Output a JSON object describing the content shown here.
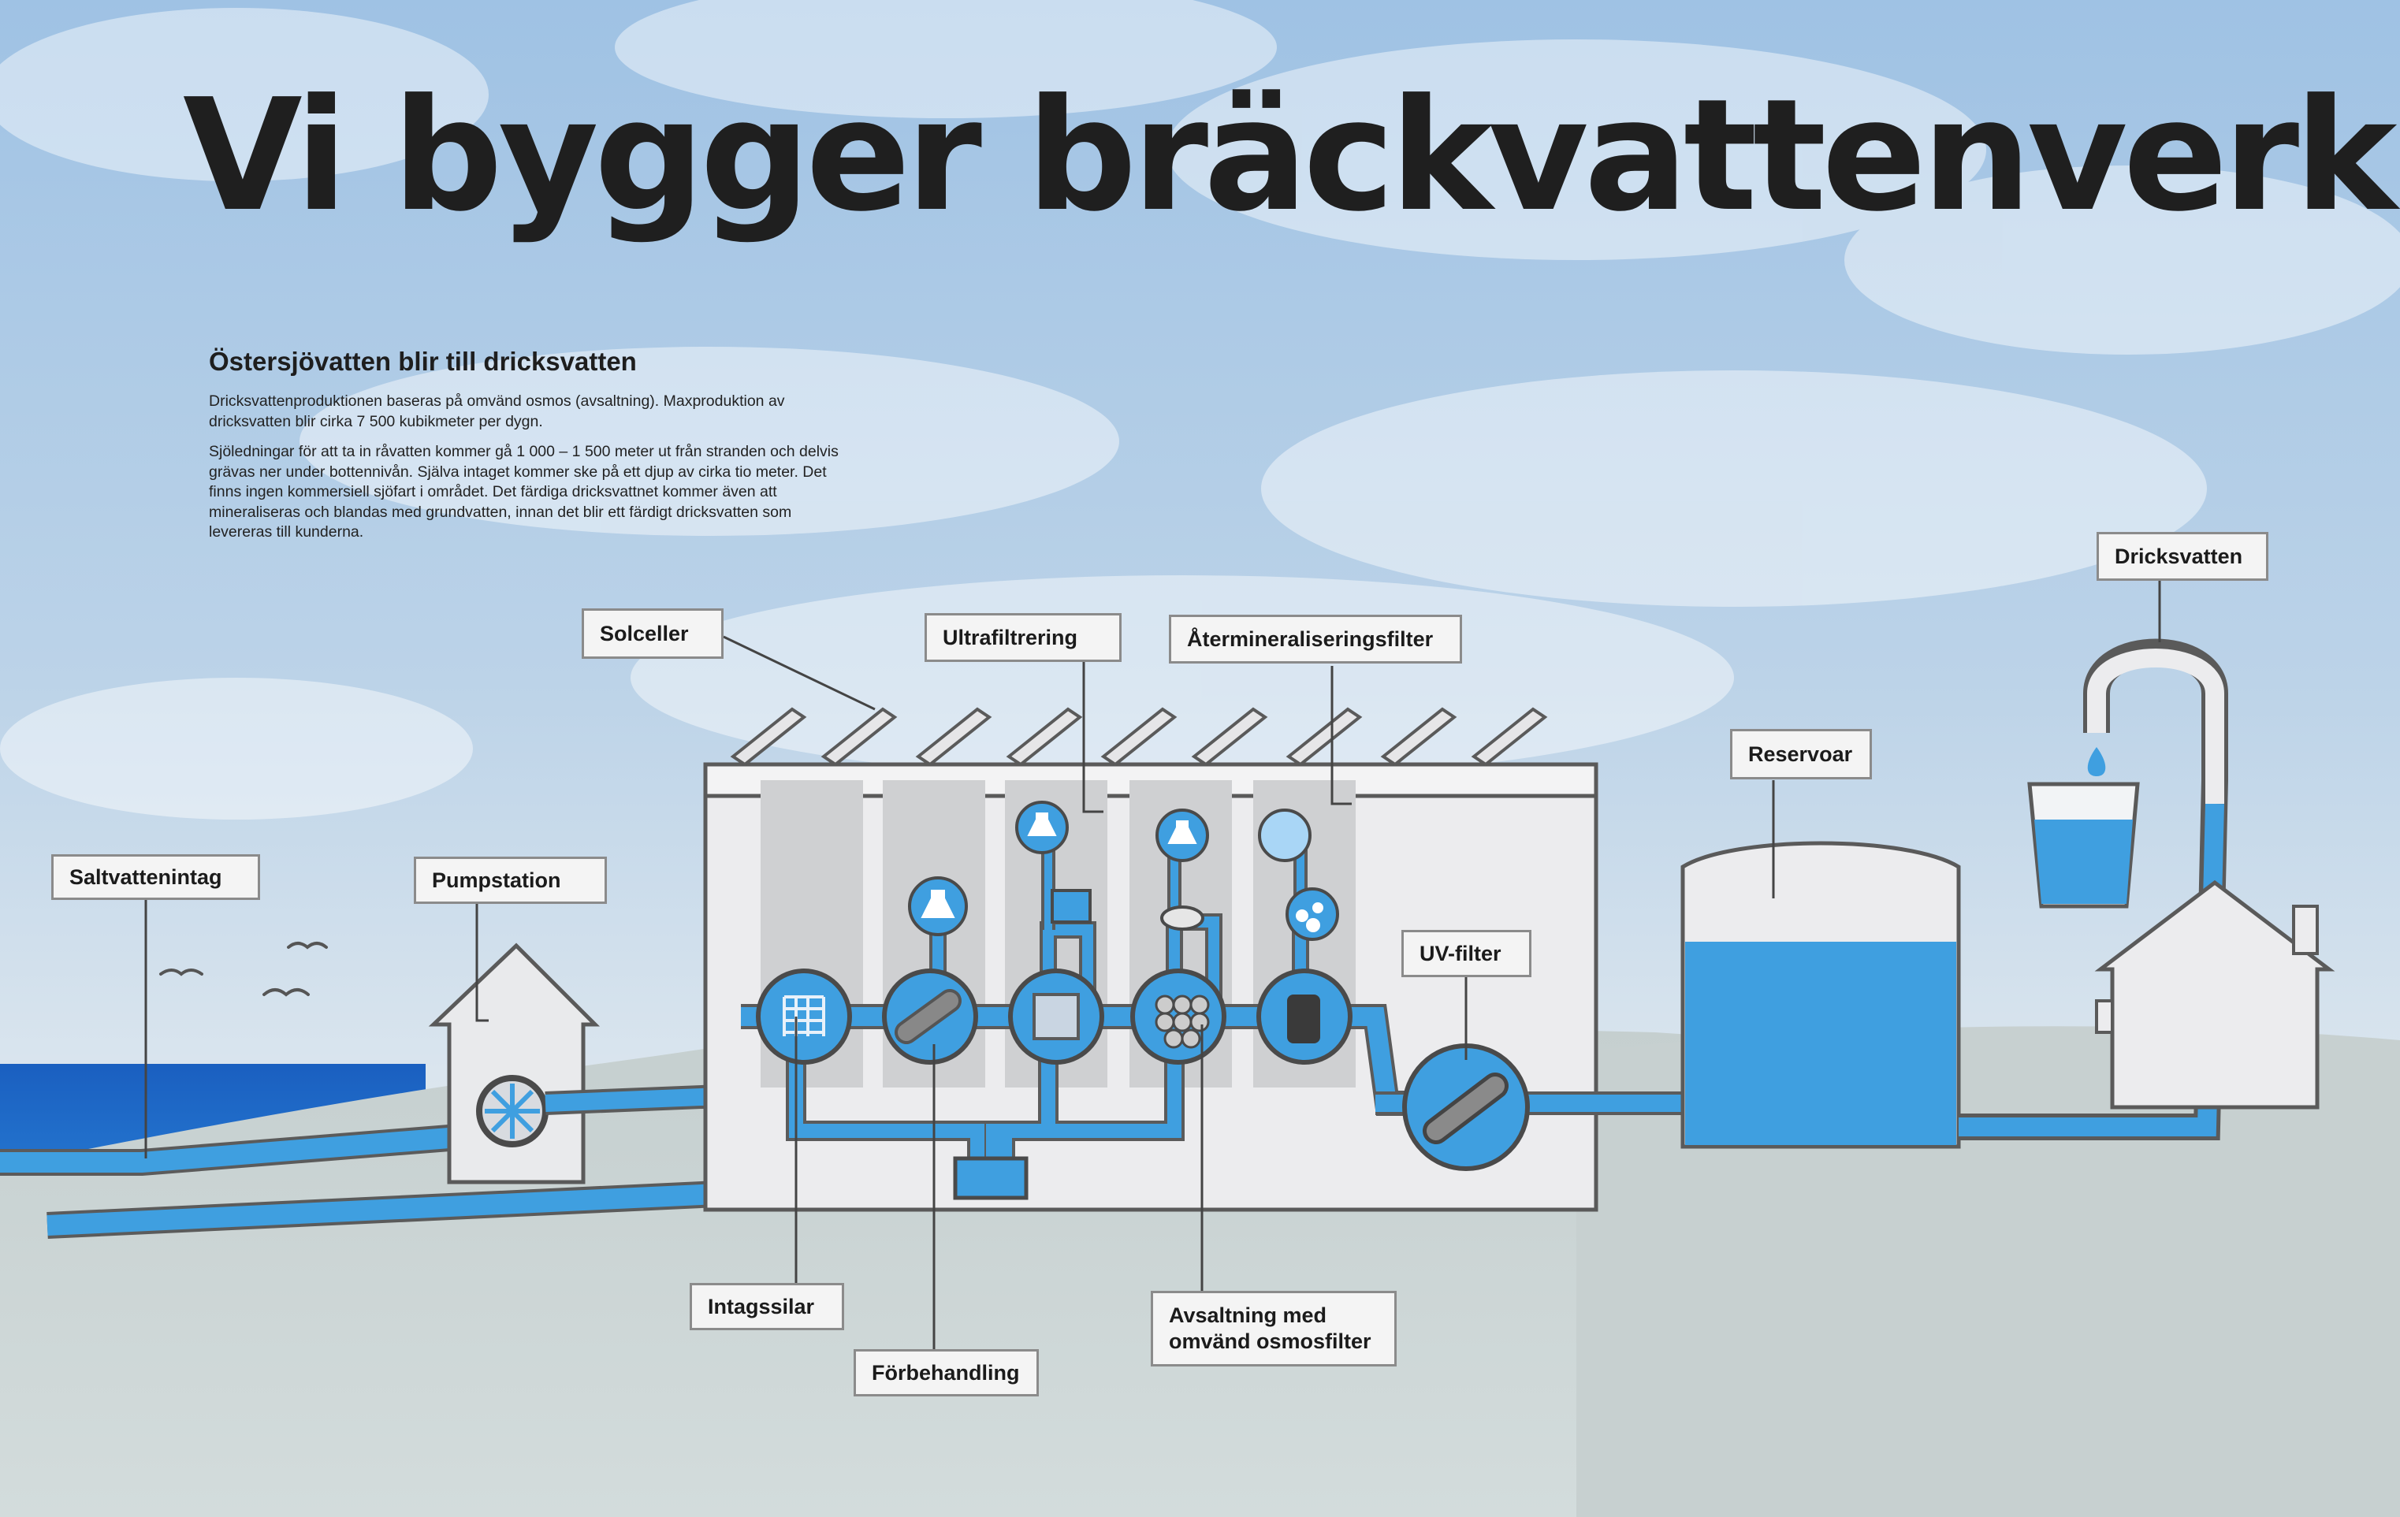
{
  "title": "Vi bygger bräckvattenverk",
  "subtitle": "Östersjövatten blir till dricksvatten",
  "paragraphs": [
    "Dricksvattenproduktionen baseras på omvänd osmos (avsaltning). Maxproduktion av dricksvatten blir cirka 7 500 kubikmeter per dygn.",
    "Sjöledningar för att ta in råvatten kommer gå 1 000 – 1 500 meter ut från stranden och delvis grävas ner under bottennivån. Själva intaget kommer ske på ett djup av cirka tio meter. Det finns ingen kommersiell sjöfart i området. Det färdiga dricksvattnet kommer även att mineraliseras och blandas med grundvatten, innan det blir ett färdigt dricksvatten som levereras till kunderna."
  ],
  "labels": {
    "solceller": "Solceller",
    "ultrafiltrering": "Ultrafiltrering",
    "atermineralisering": "Återmineraliseringsfilter",
    "dricksvatten": "Dricksvatten",
    "reservoar": "Reservoar",
    "saltvattenintag": "Saltvattenintag",
    "pumpstation": "Pumpstation",
    "uv_filter": "UV-filter",
    "intagssilar": "Intagssilar",
    "forbehandling": "Förbehandling",
    "avsaltning": "Avsaltning med\nomvänd osmosfilter"
  },
  "colors": {
    "water_blue": "#3f9fe0",
    "sea_blue": "#1257b5",
    "sky_blue": "#9fc2e4",
    "ground": "#c9d3d3",
    "building": "#e8e9ec",
    "outline": "#5a5a5a"
  }
}
